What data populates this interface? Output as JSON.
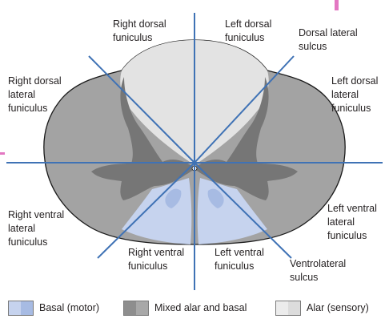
{
  "labels": {
    "right_dorsal_funiculus": "Right dorsal\nfuniculus",
    "left_dorsal_funiculus": "Left dorsal\nfuniculus",
    "dorsal_lateral_sulcus": "Dorsal lateral\nsulcus",
    "right_dorsal_lateral_funiculus": "Right dorsal\nlateral\nfuniculus",
    "left_dorsal_lateral_funiculus": "Left dorsal\nlateral\nfuniculus",
    "right_ventral_lateral_funiculus": "Right ventral\nlateral\nfuniculus",
    "left_ventral_lateral_funiculus": "Left ventral\nlateral\nfuniculus",
    "right_ventral_funiculus": "Right ventral\nfuniculus",
    "left_ventral_funiculus": "Left ventral\nfuniculus",
    "ventrolateral_sulcus": "Ventrolateral\nsulcus"
  },
  "legend": [
    {
      "label": "Basal (motor)",
      "swatch_colors": [
        "#c6d3ee",
        "#a7bbe3"
      ]
    },
    {
      "label": "Mixed alar and basal",
      "swatch_colors": [
        "#8e8e8e",
        "#a8a8a8"
      ]
    },
    {
      "label": "Alar (sensory)",
      "swatch_colors": [
        "#ececec",
        "#dcdcdc"
      ]
    }
  ],
  "colors": {
    "division_lines": "#3f72b5",
    "cord_outline": "#1a1a1a",
    "white_matter": "#a3a3a3",
    "dorsal_white_matter": "#e3e3e3",
    "gray_matter": "#767676",
    "dorsal_horn": "#868686",
    "basal_plate": "#c6d3ee",
    "accent_marks": "#e377c2"
  }
}
